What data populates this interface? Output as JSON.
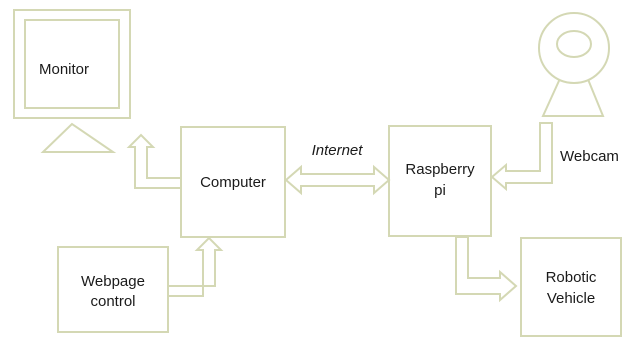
{
  "diagram": {
    "nodes": {
      "monitor": {
        "label": "Monitor"
      },
      "computer": {
        "label": "Computer"
      },
      "webpage": {
        "line1": "Webpage",
        "line2": "control"
      },
      "raspberry": {
        "line1": "Raspberry",
        "line2": "pi"
      },
      "webcam": {
        "label": "Webcam"
      },
      "robotic": {
        "line1": "Robotic",
        "line2": "Vehicle"
      }
    },
    "edges": {
      "internet": {
        "label": "Internet"
      }
    },
    "colors": {
      "stroke": "#d4d8b4",
      "fill": "#ffffff",
      "text": "#1a1a1a"
    }
  }
}
